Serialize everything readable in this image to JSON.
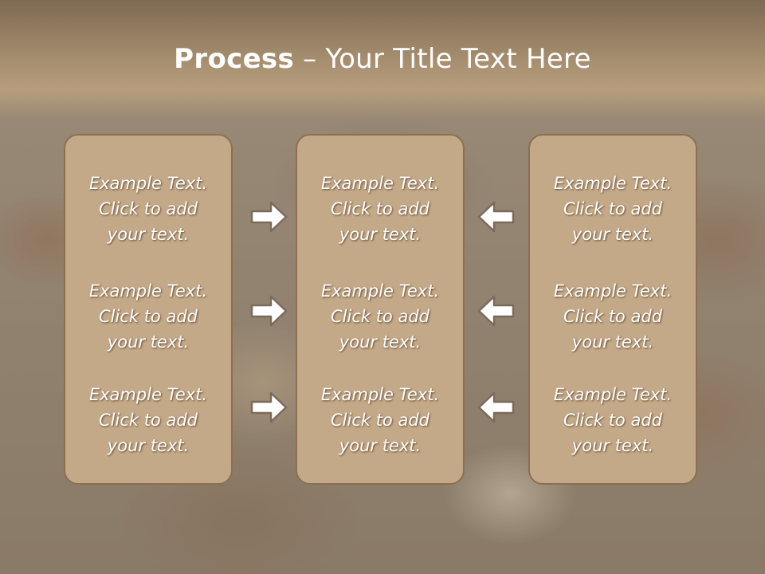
{
  "slide": {
    "title_bold": "Process",
    "title_rest": " – Your Title Text Here",
    "panels": [
      {
        "cells": [
          {
            "l1": "Example Text.",
            "l2": "Click  to add",
            "l3": "your text."
          },
          {
            "l1": "Example Text.",
            "l2": "Click  to add",
            "l3": "your text."
          },
          {
            "l1": "Example Text.",
            "l2": "Click  to add",
            "l3": "your text."
          }
        ]
      },
      {
        "cells": [
          {
            "l1": "Example Text.",
            "l2": "Click  to add",
            "l3": "your text."
          },
          {
            "l1": "Example Text.",
            "l2": "Click  to add",
            "l3": "your text."
          },
          {
            "l1": "Example Text.",
            "l2": "Click  to add",
            "l3": "your text."
          }
        ]
      },
      {
        "cells": [
          {
            "l1": "Example Text.",
            "l2": "Click  to add",
            "l3": "your text."
          },
          {
            "l1": "Example Text.",
            "l2": "Click  to add",
            "l3": "your text."
          },
          {
            "l1": "Example Text.",
            "l2": "Click  to add",
            "l3": "your text."
          }
        ]
      }
    ],
    "arrows": {
      "left_column": [
        "arrow-right-icon",
        "arrow-right-icon",
        "arrow-right-icon"
      ],
      "right_column": [
        "arrow-left-icon",
        "arrow-left-icon",
        "arrow-left-icon"
      ]
    },
    "colors": {
      "panel_fill": "#c4a988",
      "panel_border": "#8a7050",
      "title_band": "#9a8366",
      "text": "#ffffff"
    }
  }
}
